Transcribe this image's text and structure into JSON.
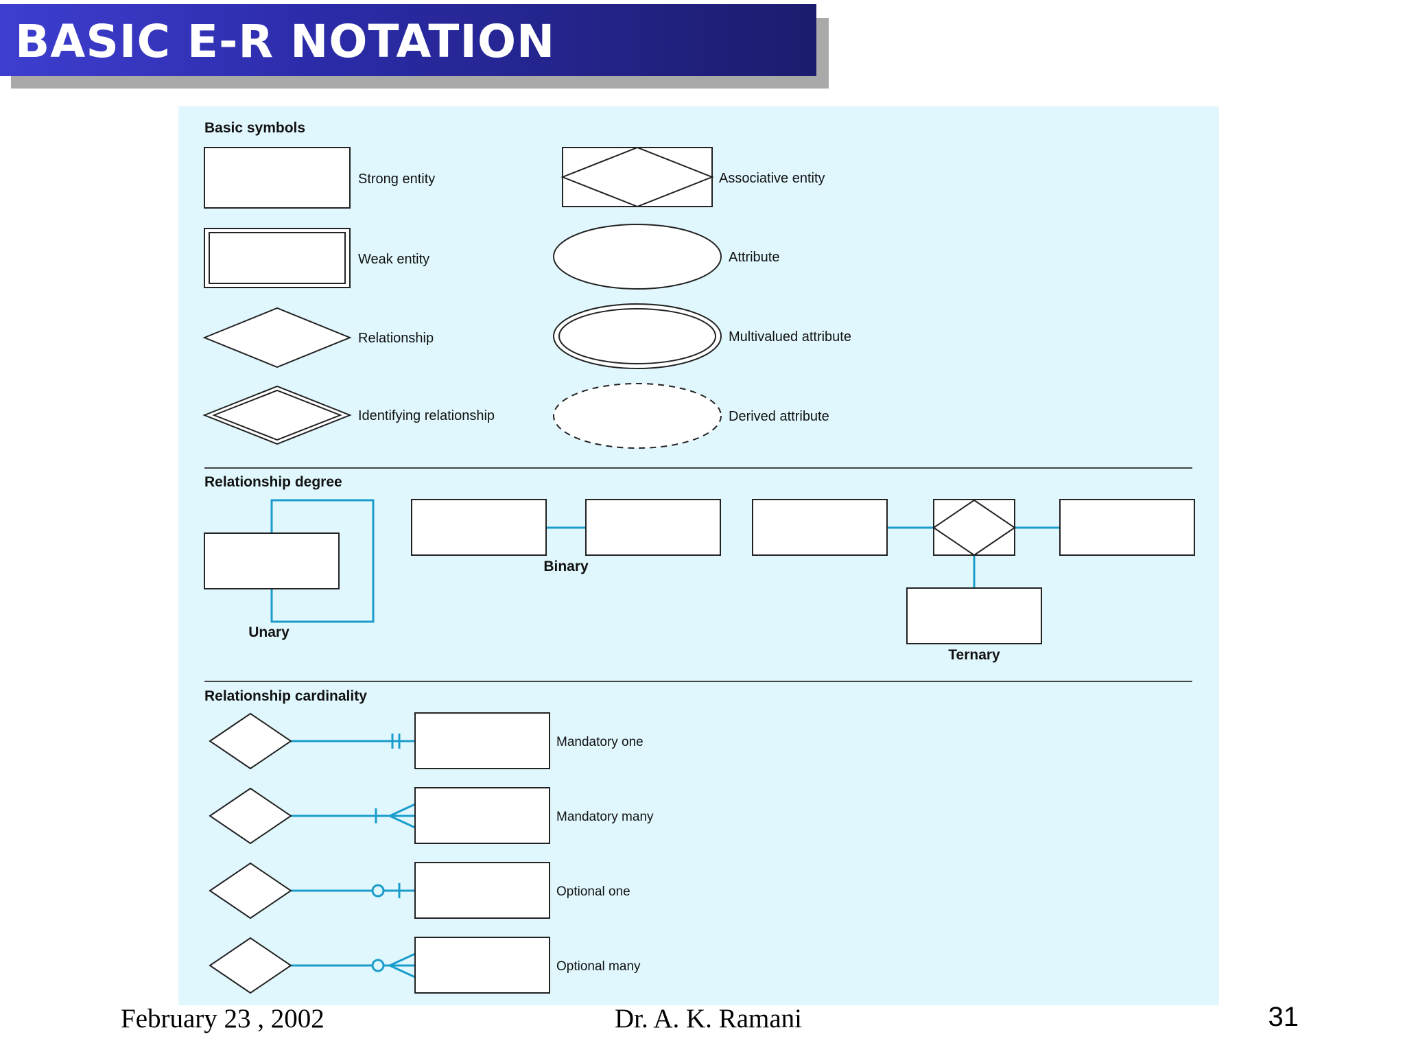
{
  "slide": {
    "title": "BASIC E-R NOTATION",
    "footer_date": "February 23 , 2002",
    "footer_author": "Dr. A. K. Ramani",
    "page_number": "31"
  },
  "colors": {
    "title_bar": "#2b2ba8",
    "panel_bg": "#e0f7fd",
    "connector": "#1a9ccc"
  },
  "sections": {
    "basic_symbols": {
      "heading": "Basic symbols",
      "strong_entity": "Strong entity",
      "weak_entity": "Weak entity",
      "relationship": "Relationship",
      "identifying_relationship": "Identifying relationship",
      "associative_entity": "Associative entity",
      "attribute": "Attribute",
      "multivalued_attribute": "Multivalued attribute",
      "derived_attribute": "Derived attribute"
    },
    "relationship_degree": {
      "heading": "Relationship degree",
      "unary": "Unary",
      "binary": "Binary",
      "ternary": "Ternary"
    },
    "relationship_cardinality": {
      "heading": "Relationship cardinality",
      "mandatory_one": "Mandatory one",
      "mandatory_many": "Mandatory many",
      "optional_one": "Optional one",
      "optional_many": "Optional many"
    }
  }
}
